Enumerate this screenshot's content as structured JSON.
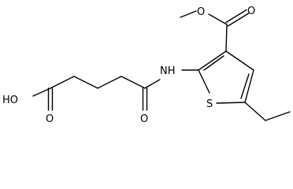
{
  "molecule": {
    "atoms": {
      "ho": "HO",
      "o_acid": "O",
      "o_amide": "O",
      "nh": "NH",
      "s": "S",
      "o_ester_carbonyl": "O",
      "o_ester_ether": "O"
    }
  }
}
